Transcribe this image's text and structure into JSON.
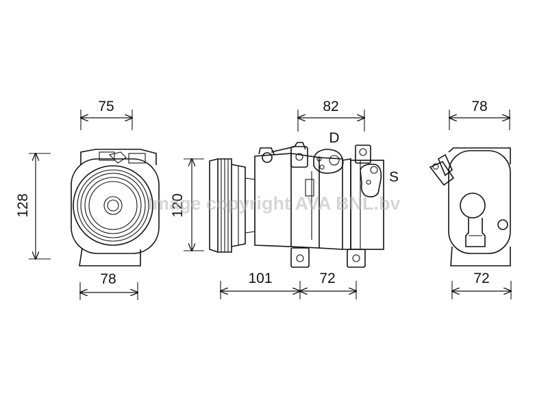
{
  "dimensions": {
    "front_width_top": "75",
    "front_height": "128",
    "front_width_bottom": "78",
    "side_width_top": "82",
    "side_height": "120",
    "side_length_left": "101",
    "side_length_right": "72",
    "rear_width_top": "78",
    "rear_width_bottom": "72"
  },
  "port_labels": {
    "discharge": "D",
    "suction": "S"
  },
  "watermark": "Image copyright AVA BNL.bv"
}
